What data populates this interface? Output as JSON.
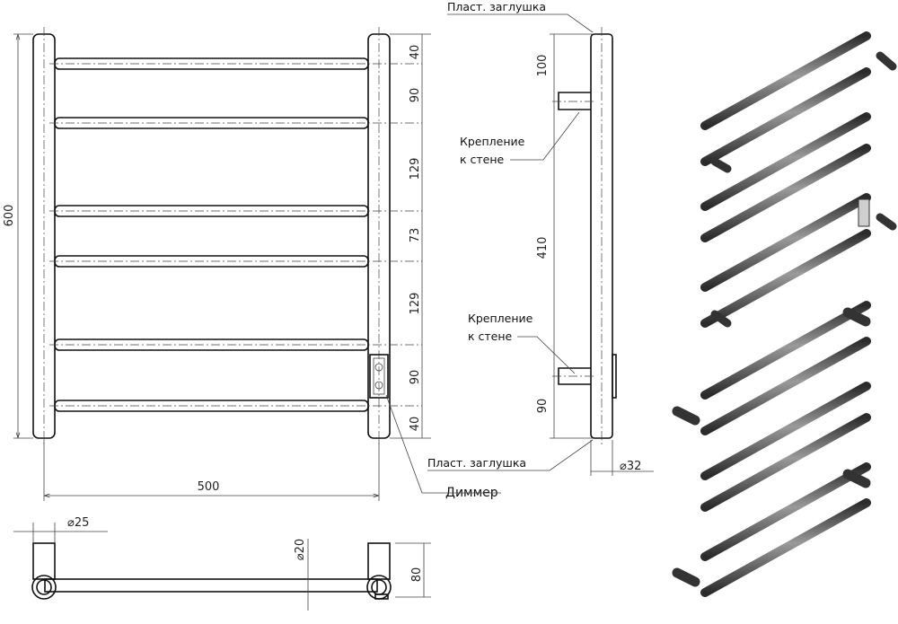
{
  "colors": {
    "line": "#111111",
    "dim": "#444444",
    "pipe_dark": "#3a3a3a",
    "pipe_light": "#9a9a9a"
  },
  "front_view": {
    "height_dim": "600",
    "width_dim": "500",
    "spacings": [
      "40",
      "90",
      "129",
      "73",
      "129",
      "90",
      "40"
    ]
  },
  "side_view": {
    "dims": [
      "100",
      "410",
      "90"
    ],
    "depth_dim": "⌀32",
    "cap_top": "Пласт. заглушка",
    "cap_bottom": "Пласт. заглушка",
    "mount_top_line1": "Крепление",
    "mount_top_line2": "к стене",
    "mount_bottom_line1": "Крепление",
    "mount_bottom_line2": "к стене",
    "dimmer": "Диммер"
  },
  "top_view": {
    "dia_outer": "⌀25",
    "dia_inner": "⌀20",
    "depth": "80"
  }
}
